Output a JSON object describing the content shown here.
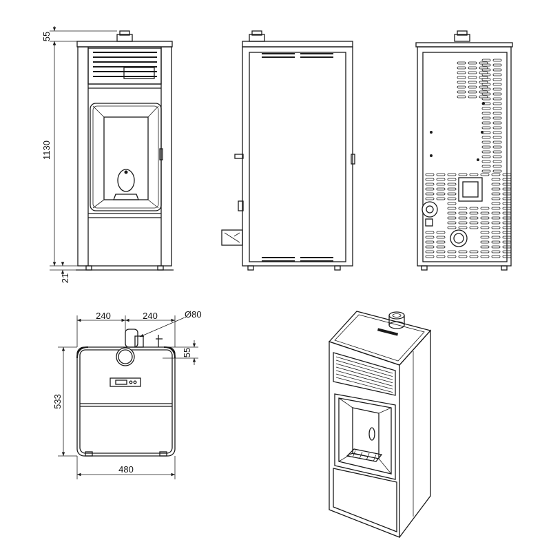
{
  "dimensions": {
    "top_clearance": "55",
    "height": "1130",
    "feet": "21",
    "half_width_left": "240",
    "half_width_right": "240",
    "flue_diameter": "Ø80",
    "rear_offset": "55",
    "depth": "533",
    "width": "480"
  }
}
